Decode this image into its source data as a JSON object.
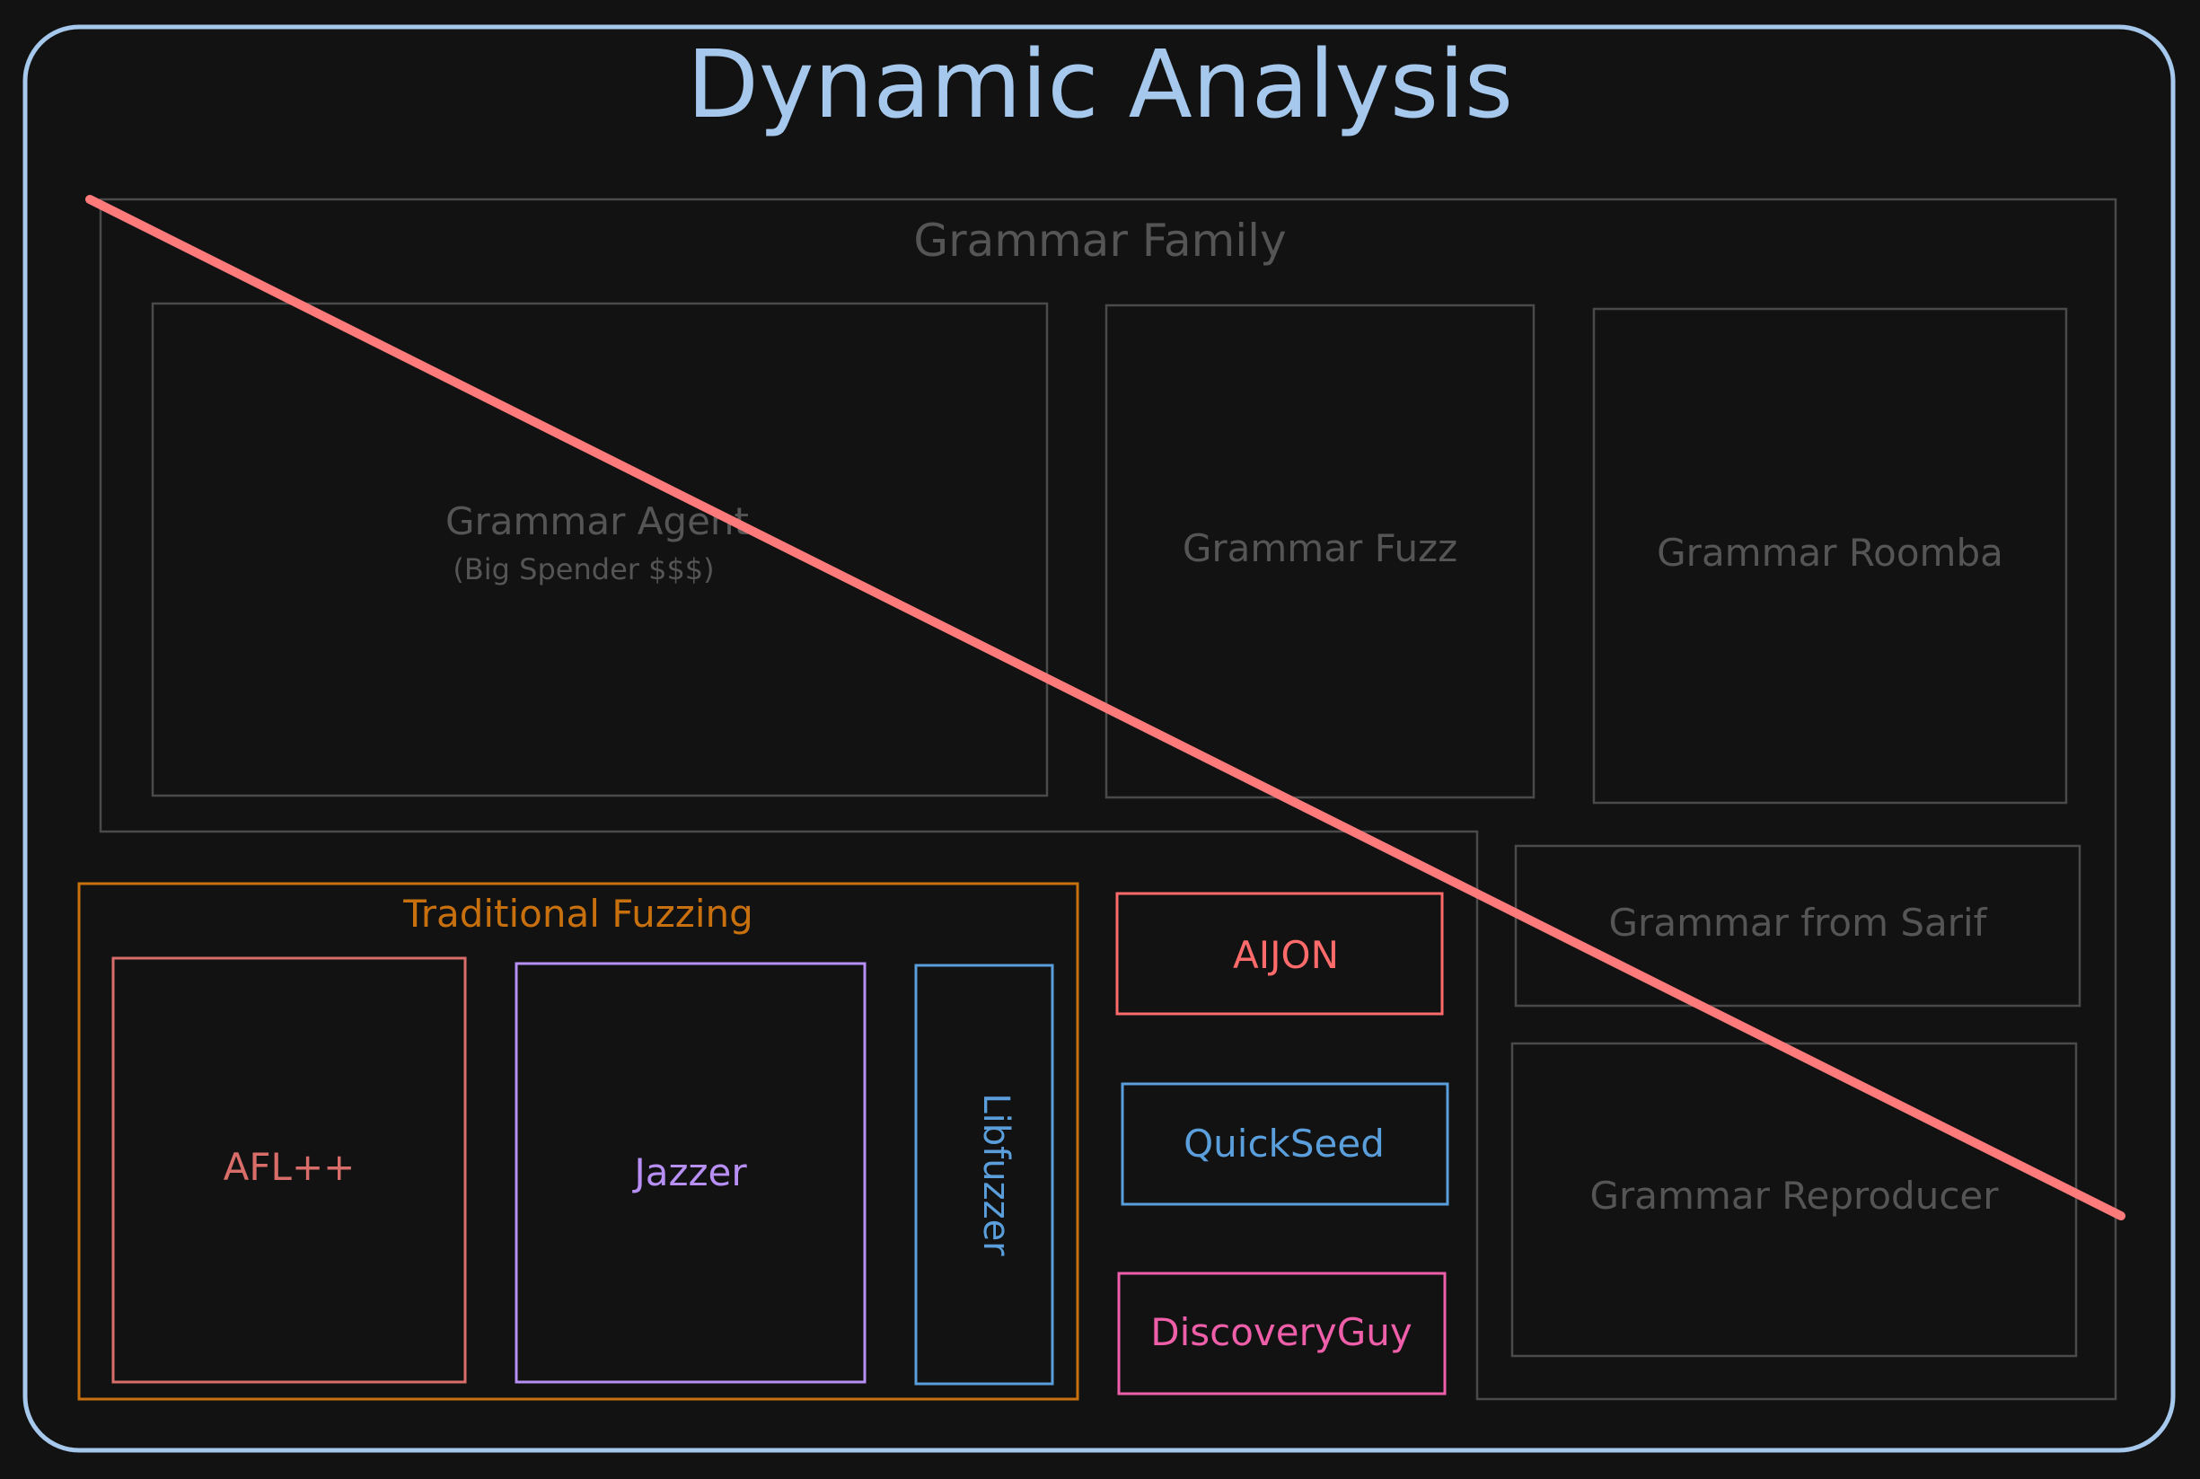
{
  "title": "Dynamic Analysis",
  "grammar_family": {
    "label": "Grammar Family",
    "agent_label": "Grammar Agent",
    "agent_sublabel": "(Big Spender $$$)",
    "fuzz_label": "Grammar Fuzz",
    "roomba_label": "Grammar Roomba",
    "sarif_label": "Grammar from Sarif",
    "reproducer_label": "Grammar Reproducer"
  },
  "traditional_fuzzing": {
    "label": "Traditional Fuzzing",
    "afl_label": "AFL++",
    "jazzer_label": "Jazzer",
    "libfuzzer_label": "Libfuzzer"
  },
  "tools": {
    "aijon_label": "AIJON",
    "quickseed_label": "QuickSeed",
    "discoveryguy_label": "DiscoveryGuy"
  },
  "colors": {
    "background": "#121212",
    "outer_border": "#a5c8ec",
    "title": "#a5c8ec",
    "grammar_gray": "#4a4a4a",
    "grammar_text": "#5a5a5a",
    "traditional_orange": "#c8700e",
    "afl_red": "#d86d6a",
    "jazzer_purple": "#b88ff5",
    "libfuzzer_blue": "#5a9fdc",
    "aijon_red": "#ff6b6b",
    "quickseed_blue": "#5a9fdc",
    "discoveryguy_pink": "#ef5fa9",
    "strike_line": "#ff7b7b"
  }
}
